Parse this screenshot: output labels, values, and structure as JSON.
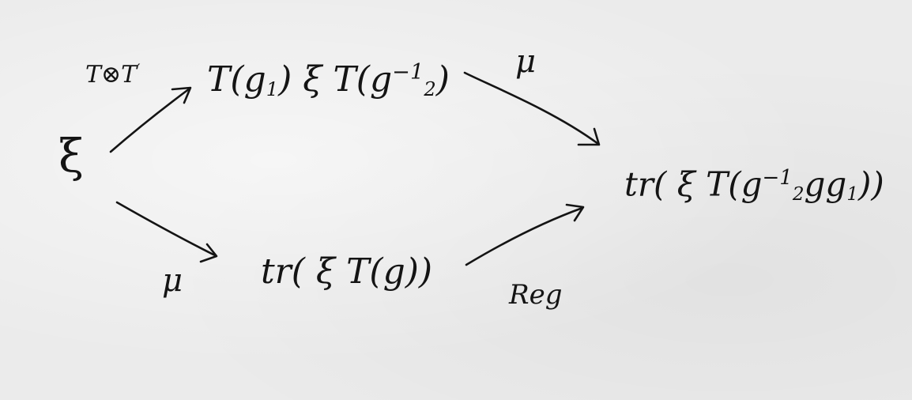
{
  "nodes": {
    "source": {
      "xi": "ξ"
    },
    "top": {
      "t1": "T(g",
      "i1": "1",
      "mid": ") ξ T(g",
      "exp": "−1",
      "i2": "2",
      "end": ")"
    },
    "bottom": {
      "text": "tr( ξ T(g))"
    },
    "target": {
      "pre": "tr( ξ T(g",
      "exp": "−1",
      "i2": "2",
      "mid": "gg",
      "i1": "1",
      "end": "))"
    }
  },
  "edges": {
    "source_to_top": {
      "label": "T⊗T",
      "prime": "′"
    },
    "top_to_target": {
      "label": "μ"
    },
    "source_to_bottom": {
      "label": "μ"
    },
    "bottom_to_target": {
      "label": "Reg"
    }
  }
}
